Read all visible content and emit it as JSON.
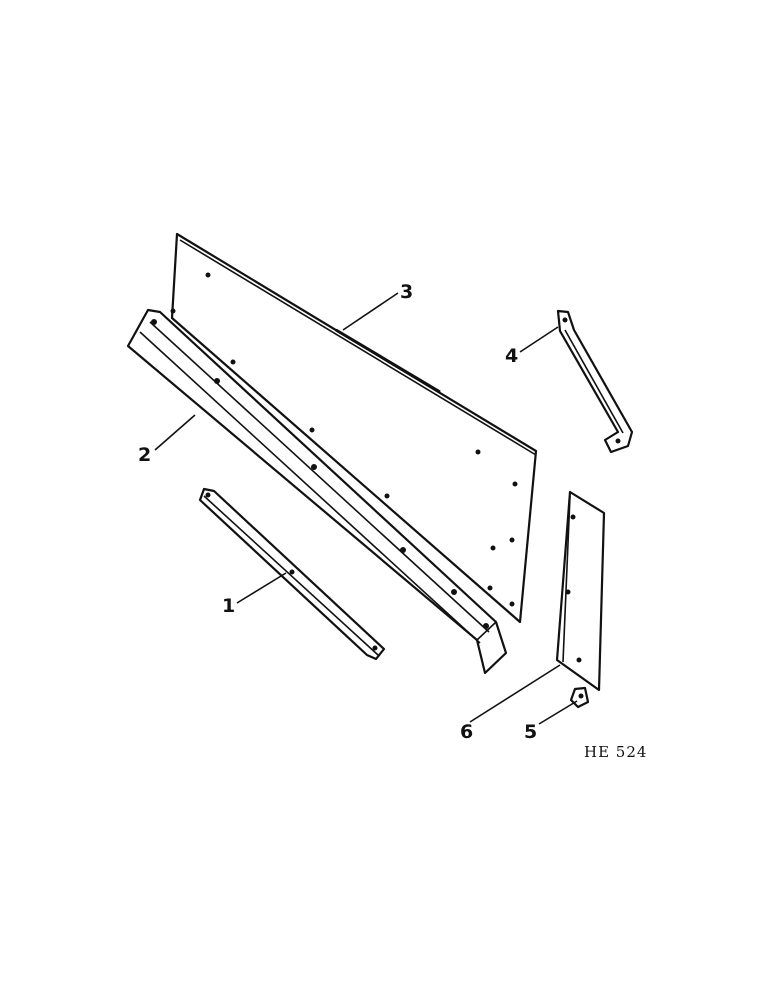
{
  "callouts": [
    "1",
    "2",
    "3",
    "4",
    "5",
    "6"
  ],
  "figure_code": "HE 524",
  "colors": {
    "ink": "#111111",
    "paper": "#ffffff"
  }
}
